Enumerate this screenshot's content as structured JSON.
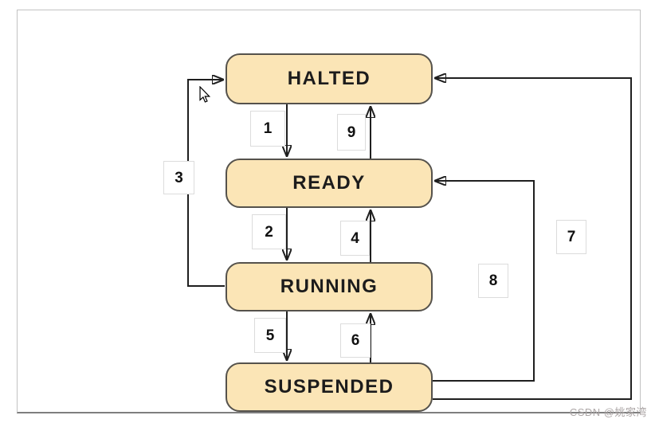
{
  "diagram": {
    "states": [
      {
        "label": "HALTED"
      },
      {
        "label": "READY"
      },
      {
        "label": "RUNNING"
      },
      {
        "label": "SUSPENDED"
      }
    ],
    "transitions": [
      {
        "number": "1",
        "from": "HALTED",
        "to": "READY"
      },
      {
        "number": "2",
        "from": "READY",
        "to": "RUNNING"
      },
      {
        "number": "3",
        "from": "RUNNING",
        "to": "HALTED"
      },
      {
        "number": "4",
        "from": "RUNNING",
        "to": "READY"
      },
      {
        "number": "5",
        "from": "RUNNING",
        "to": "SUSPENDED"
      },
      {
        "number": "6",
        "from": "SUSPENDED",
        "to": "RUNNING"
      },
      {
        "number": "7",
        "from": "SUSPENDED",
        "to": "HALTED"
      },
      {
        "number": "8",
        "from": "SUSPENDED",
        "to": "READY"
      },
      {
        "number": "9",
        "from": "READY",
        "to": "HALTED"
      }
    ],
    "colors": {
      "state_fill": "#fbe5b6",
      "state_border": "#55524c",
      "line": "#1f1f1f"
    },
    "watermark": "CSDN @姚家湾"
  }
}
